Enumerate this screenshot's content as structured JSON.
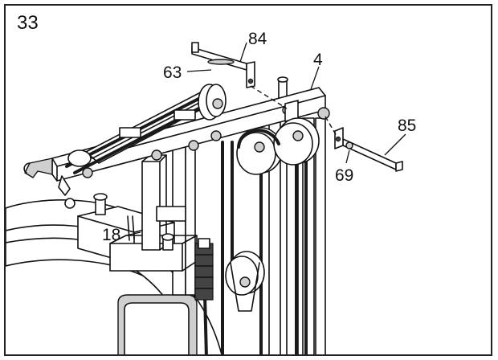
{
  "step_number": "33",
  "callouts": {
    "part_84": "84",
    "part_63": "63",
    "part_4": "4",
    "part_85": "85",
    "part_69": "69",
    "part_18": "18"
  },
  "colors": {
    "line": "#111111",
    "shade": "#cfcfcf",
    "background": "#ffffff"
  }
}
